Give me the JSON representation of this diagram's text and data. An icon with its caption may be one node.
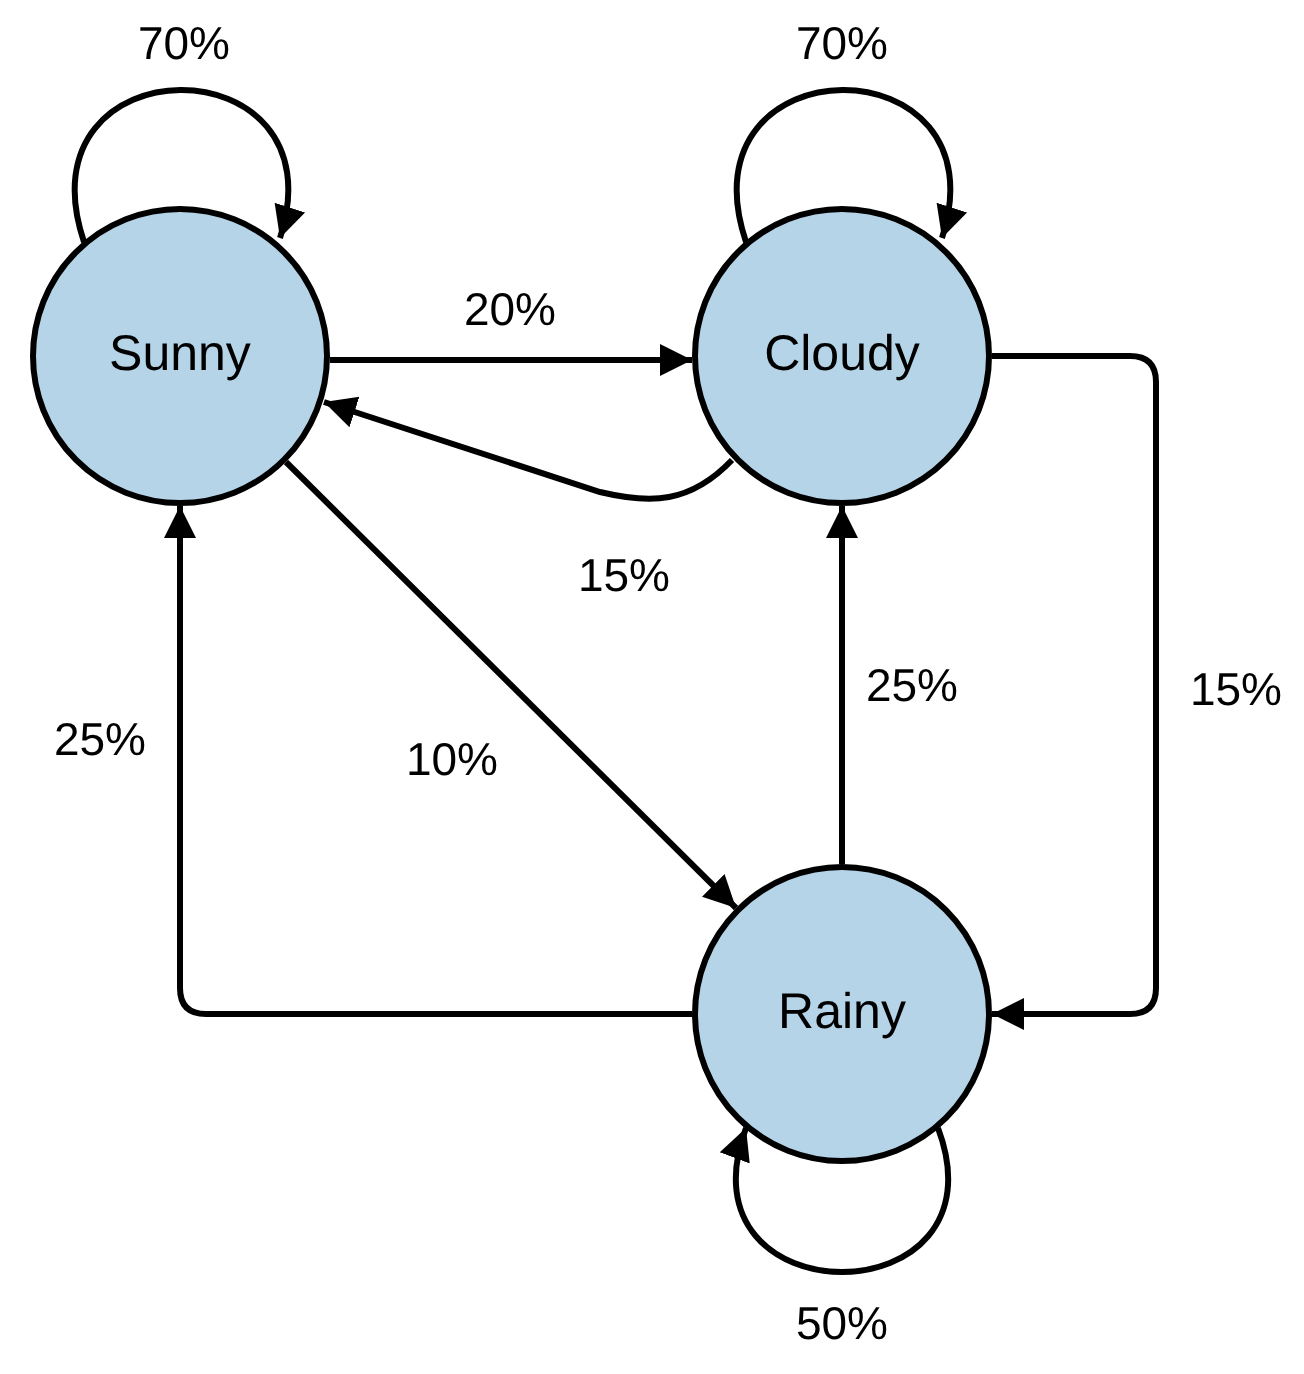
{
  "diagram": {
    "nodes": [
      {
        "text": [
          "Sunny"
        ]
      },
      {
        "text": [
          "Cloudy"
        ]
      },
      {
        "text": [
          "Rainy"
        ]
      }
    ],
    "edges": [
      {
        "from": 0,
        "to": 0,
        "arrow": "to",
        "label": "70%"
      },
      {
        "from": 0,
        "to": 1,
        "arrow": "to",
        "label": "20%"
      },
      {
        "from": 1,
        "to": 0,
        "arrow": "to",
        "label": "15%"
      },
      {
        "from": 1,
        "to": 1,
        "arrow": "to",
        "label": "70%"
      },
      {
        "from": 1,
        "to": 2,
        "arrow": "to",
        "label": "15%"
      },
      {
        "from": 0,
        "to": 2,
        "arrow": "to",
        "label": "10%"
      },
      {
        "from": 2,
        "to": 1,
        "arrow": "to",
        "label": "25%"
      },
      {
        "from": 2,
        "to": 0,
        "arrow": "to",
        "label": "25%"
      },
      {
        "from": 2,
        "to": 2,
        "arrow": "to",
        "label": "50%"
      }
    ]
  }
}
